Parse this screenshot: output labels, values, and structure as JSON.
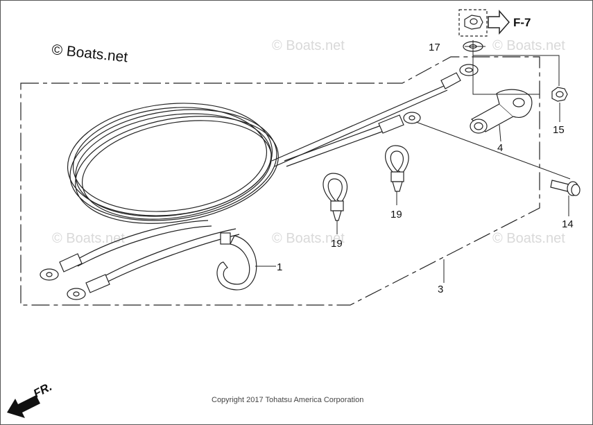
{
  "watermark": {
    "main": "© Boats.net",
    "faint": "© Boats.net"
  },
  "copyright": "Copyright 2017 Tohatsu America Corporation",
  "reference": {
    "label": "F-7"
  },
  "direction": {
    "label": "FR."
  },
  "callouts": {
    "p1": "1",
    "p3": "3",
    "p4": "4",
    "p14": "14",
    "p15": "15",
    "p17": "17",
    "p19a": "19",
    "p19b": "19"
  }
}
